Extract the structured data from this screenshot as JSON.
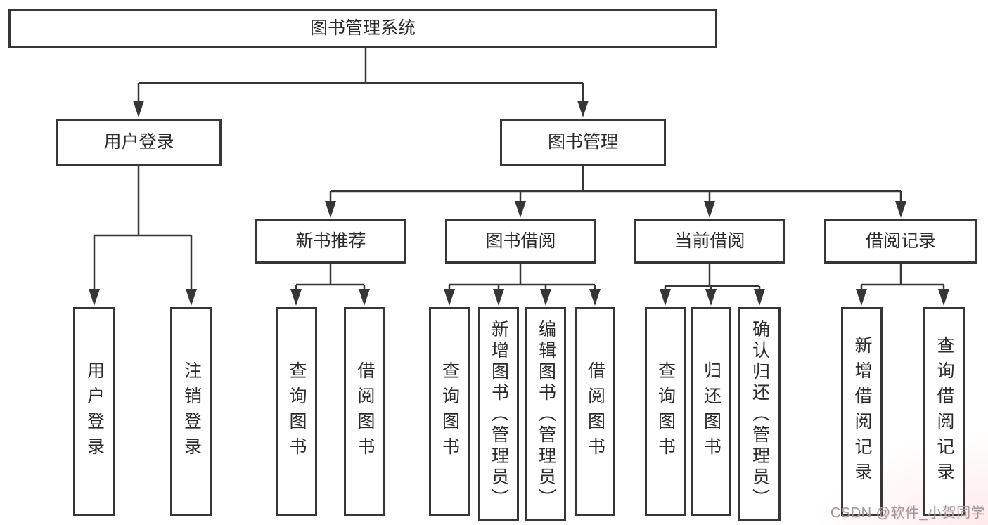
{
  "diagram": {
    "title": "图书管理系统",
    "root": {
      "label": "图书管理系统"
    },
    "level2": [
      {
        "label": "用户登录"
      },
      {
        "label": "图书管理"
      }
    ],
    "level3": [
      {
        "label": "新书推荐"
      },
      {
        "label": "图书借阅"
      },
      {
        "label": "当前借阅"
      },
      {
        "label": "借阅记录"
      }
    ],
    "leaves": {
      "user_login": [
        "用户登录",
        "注销登录"
      ],
      "new_book": [
        "查询图书",
        "借阅图书"
      ],
      "book_borrow": [
        "查询图书",
        "新增图书（管理员）",
        "编辑图书（管理员）",
        "借阅图书"
      ],
      "current_borrow": [
        "查询图书",
        "归还图书",
        "确认归还（管理员）"
      ],
      "borrow_record": [
        "新增借阅记录",
        "查询借阅记录"
      ]
    },
    "colors": {
      "line": "#363636",
      "text": "#2b2b2b",
      "box_fill": "#ffffff",
      "watermark_text": "#9c9c9c"
    }
  },
  "watermark": {
    "text": "CSDN @软件_小贺同学"
  }
}
